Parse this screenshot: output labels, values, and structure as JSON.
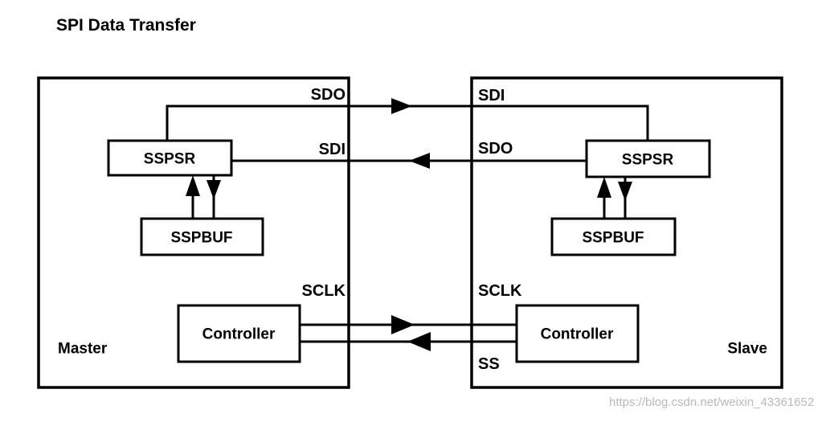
{
  "title": "SPI Data Transfer",
  "watermark": "https://blog.csdn.net/weixin_43361652",
  "master": {
    "side_label": "Master",
    "sspsr_label": "SSPSR",
    "sspbuf_label": "SSPBUF",
    "controller_label": "Controller",
    "signals": {
      "sdo": "SDO",
      "sdi": "SDI",
      "sclk": "SCLK"
    }
  },
  "slave": {
    "side_label": "Slave",
    "sspsr_label": "SSPSR",
    "sspbuf_label": "SSPBUF",
    "controller_label": "Controller",
    "signals": {
      "sdi": "SDI",
      "sdo": "SDO",
      "sclk": "SCLK",
      "ss": "SS"
    }
  },
  "colors": {
    "stroke": "#000000",
    "background": "#ffffff",
    "watermark": "#b9b9b9"
  }
}
